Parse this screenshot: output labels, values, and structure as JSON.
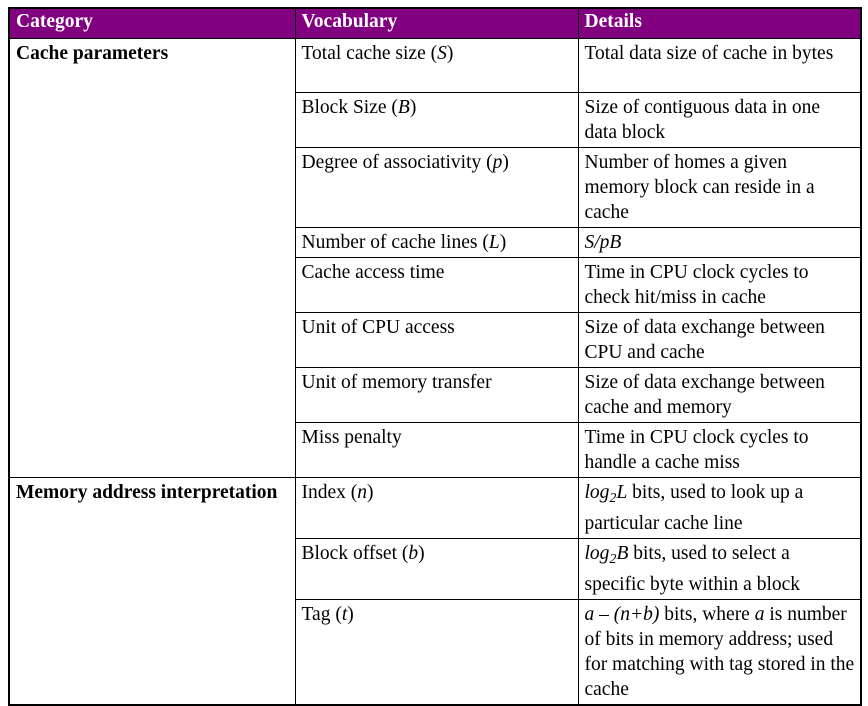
{
  "table": {
    "headers": [
      "Category",
      "Vocabulary",
      "Details"
    ],
    "groups": [
      {
        "category": "Cache parameters",
        "rows": [
          {
            "vocabulary_text": "Total cache size (",
            "vocabulary_var": "S",
            "vocabulary_tail": ")",
            "details": "Total data size of cache in bytes"
          },
          {
            "vocabulary_text": "Block Size (",
            "vocabulary_var": "B",
            "vocabulary_tail": ")",
            "details": "Size of contiguous data in one data block"
          },
          {
            "vocabulary_text": "Degree of associativity (",
            "vocabulary_var": "p",
            "vocabulary_tail": ")",
            "details": "Number of homes a given memory block can reside in a cache"
          },
          {
            "vocabulary_text": "Number of cache lines (",
            "vocabulary_var": "L",
            "vocabulary_tail": ")",
            "details_italic": "S/pB"
          },
          {
            "vocabulary_text": "Cache access time",
            "details": "Time in CPU clock cycles to check hit/miss in cache"
          },
          {
            "vocabulary_text": "Unit of CPU access",
            "details": "Size of data exchange between CPU and cache"
          },
          {
            "vocabulary_text": "Unit of memory transfer",
            "details": "Size of data exchange between cache and memory"
          },
          {
            "vocabulary_text": "Miss penalty",
            "details": "Time in CPU clock cycles to handle a cache miss"
          }
        ]
      },
      {
        "category": "Memory address interpretation",
        "rows": [
          {
            "vocabulary_text": "Index (",
            "vocabulary_var": "n",
            "vocabulary_tail": ")",
            "details_formula_lead": "log",
            "details_formula_sub": "2",
            "details_formula_var": "L",
            "details_formula_tail": " bits, used to look up a particular cache line"
          },
          {
            "vocabulary_text": "Block offset (",
            "vocabulary_var": "b",
            "vocabulary_tail": ")",
            "details_formula_lead": "log",
            "details_formula_sub": "2",
            "details_formula_var": "B",
            "details_formula_tail": " bits, used to select a specific byte within a block"
          },
          {
            "vocabulary_text": "Tag (",
            "vocabulary_var": "t",
            "vocabulary_tail": ")",
            "details_tag_expr": "a – (n+b)",
            "details_tag_mid": " bits, where ",
            "details_tag_var": "a",
            "details_tag_tail": " is number of bits in memory address; used for matching with tag stored in the cache"
          }
        ]
      }
    ]
  },
  "colors": {
    "header_background": "#800080",
    "header_text": "#FFFFFF",
    "category_background": "#C0C0C0",
    "border": "#000000",
    "cell_background": "#FFFFFF"
  }
}
